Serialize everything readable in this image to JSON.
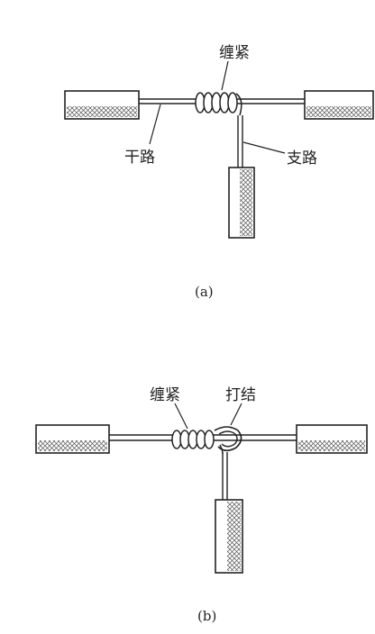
{
  "diagram_a": {
    "label_wrap": "缠紧",
    "label_main": "干路",
    "label_branch": "支路",
    "caption": "(a)"
  },
  "diagram_b": {
    "label_wrap": "缠紧",
    "label_knot": "打结",
    "caption": "(b)"
  },
  "colors": {
    "line": "#222222",
    "hatch": "#555555",
    "background": "#ffffff"
  }
}
